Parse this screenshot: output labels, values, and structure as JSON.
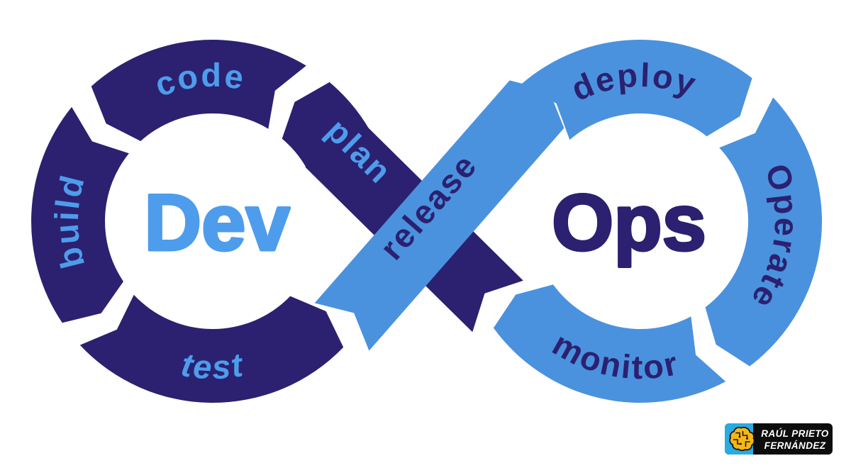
{
  "colors": {
    "navy": "#2B2170",
    "blue": "#4A92DE",
    "label_blue": "#4E9CEC",
    "badge_black": "#0D0D0D",
    "badge_cyan": "#29ABE2",
    "badge_yellow": "#F7B617",
    "badge_text": "#FFFFFF",
    "background": "#FFFFFF"
  },
  "diagram": {
    "dev_title": "Dev",
    "ops_title": "Ops",
    "stages": {
      "plan": "plan",
      "code": "code",
      "build": "build",
      "test": "test",
      "release": "release",
      "deploy": "deploy",
      "operate": "Operate",
      "monitor": "monitor"
    }
  },
  "badge": {
    "line1": "RAÚL PRIETO",
    "line2": "FERNÁNDEZ",
    "icon": "brain-circuit-icon"
  }
}
